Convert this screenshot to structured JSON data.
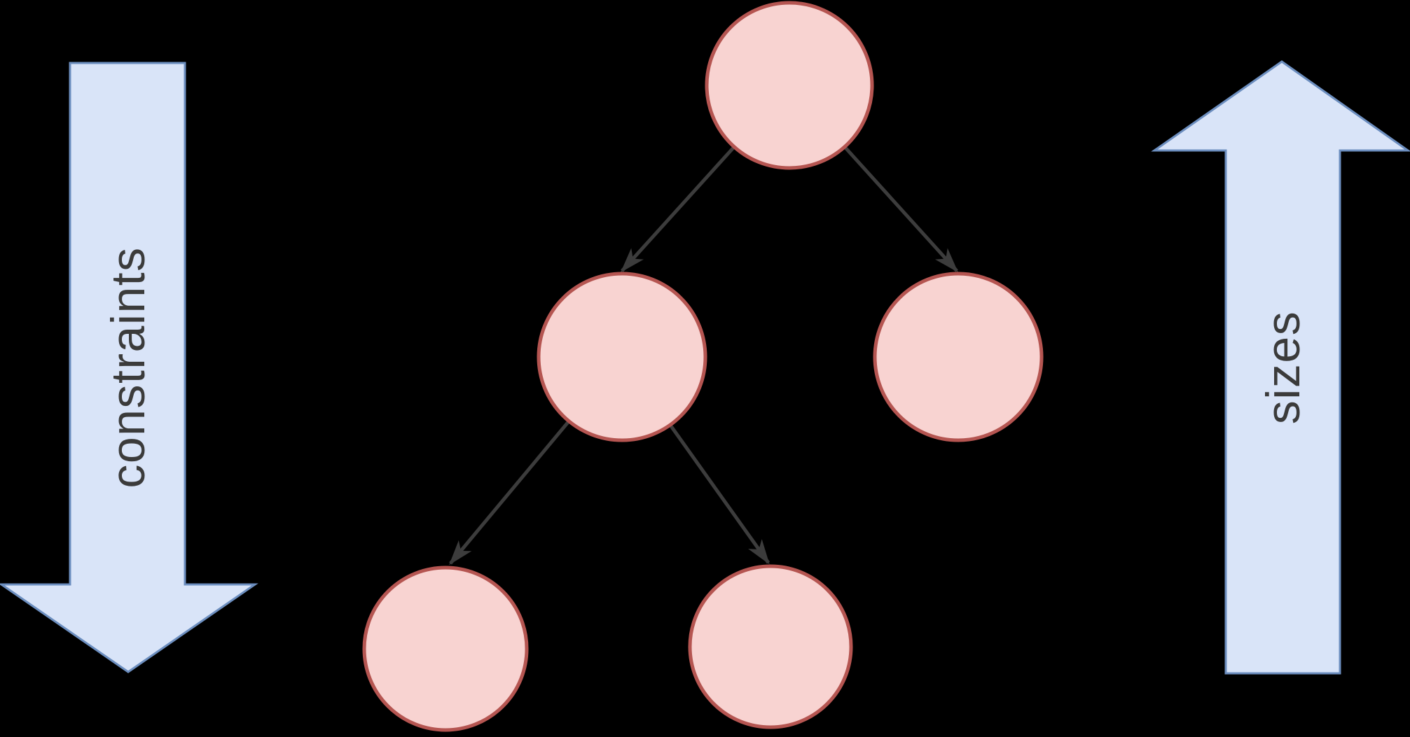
{
  "diagram": {
    "title": "constraints-go-down-sizes-go-up tree diagram",
    "left_arrow": {
      "label": "constraints",
      "direction": "down"
    },
    "right_arrow": {
      "label": "sizes",
      "direction": "up"
    },
    "tree": {
      "node_count": 5,
      "nodes": [
        {
          "id": "root"
        },
        {
          "id": "child-left"
        },
        {
          "id": "child-right"
        },
        {
          "id": "grandchild-left"
        },
        {
          "id": "grandchild-right"
        }
      ],
      "edges": [
        {
          "from": "root",
          "to": "child-left"
        },
        {
          "from": "root",
          "to": "child-right"
        },
        {
          "from": "child-left",
          "to": "grandchild-left"
        },
        {
          "from": "child-left",
          "to": "grandchild-right"
        }
      ]
    }
  },
  "colors": {
    "background": "#000000",
    "node_fill": "#f8d3d1",
    "node_stroke": "#b55551",
    "edge_stroke": "#3c3c3c",
    "big_arrow_fill": "#d9e4f8",
    "big_arrow_stroke": "#6c8ebf",
    "label_color": "#3b3b3b"
  }
}
